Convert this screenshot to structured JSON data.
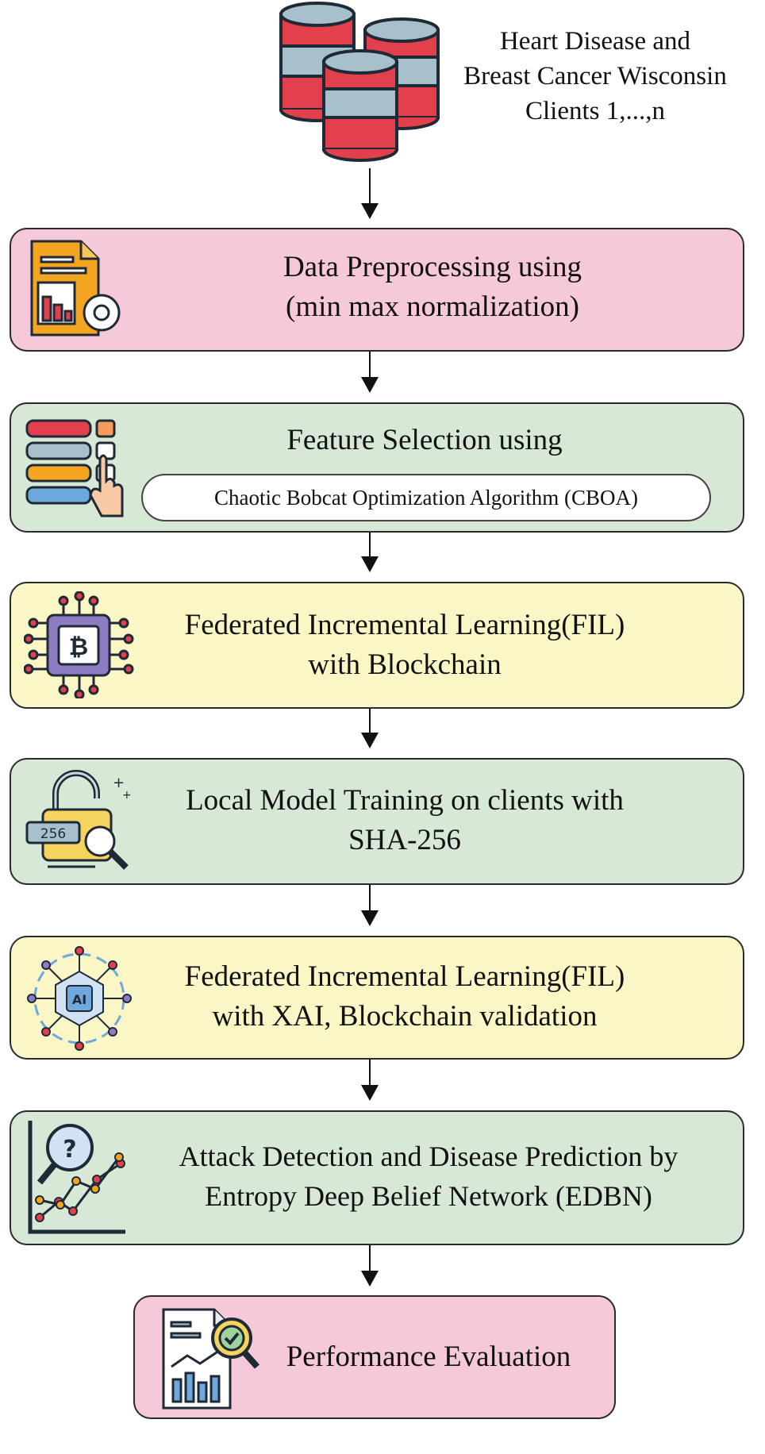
{
  "source": {
    "lines": [
      "Heart Disease and",
      "Breast Cancer Wisconsin",
      "Clients 1,...,n"
    ]
  },
  "steps": [
    {
      "lines": [
        "Data Preprocessing using",
        "(min max normalization)"
      ],
      "color": "#f6c9da",
      "icon": "report-gear-icon"
    },
    {
      "lines": [
        "Feature Selection using"
      ],
      "subtitle": "Chaotic Bobcat Optimization Algorithm (CBOA)",
      "color": "#d7e8d6",
      "icon": "feature-select-icon"
    },
    {
      "lines": [
        "Federated Incremental Learning(FIL)",
        "with Blockchain"
      ],
      "color": "#fbf6c5",
      "icon": "bitcoin-chip-icon"
    },
    {
      "lines": [
        "Local Model Training on clients with",
        "SHA-256"
      ],
      "color": "#d7e8d6",
      "icon": "sha256-lock-icon",
      "icon_text": "256"
    },
    {
      "lines": [
        "Federated Incremental Learning(FIL)",
        "with XAI, Blockchain validation"
      ],
      "color": "#fbf6c5",
      "icon": "ai-network-icon",
      "icon_text": "AI"
    },
    {
      "lines": [
        "Attack Detection and Disease Prediction by",
        "Entropy Deep Belief Network (EDBN)"
      ],
      "color": "#d7e8d6",
      "icon": "analysis-chart-icon",
      "icon_text": "?"
    },
    {
      "lines": [
        "Performance Evaluation"
      ],
      "color": "#f6c9da",
      "icon": "evaluation-report-icon"
    }
  ]
}
